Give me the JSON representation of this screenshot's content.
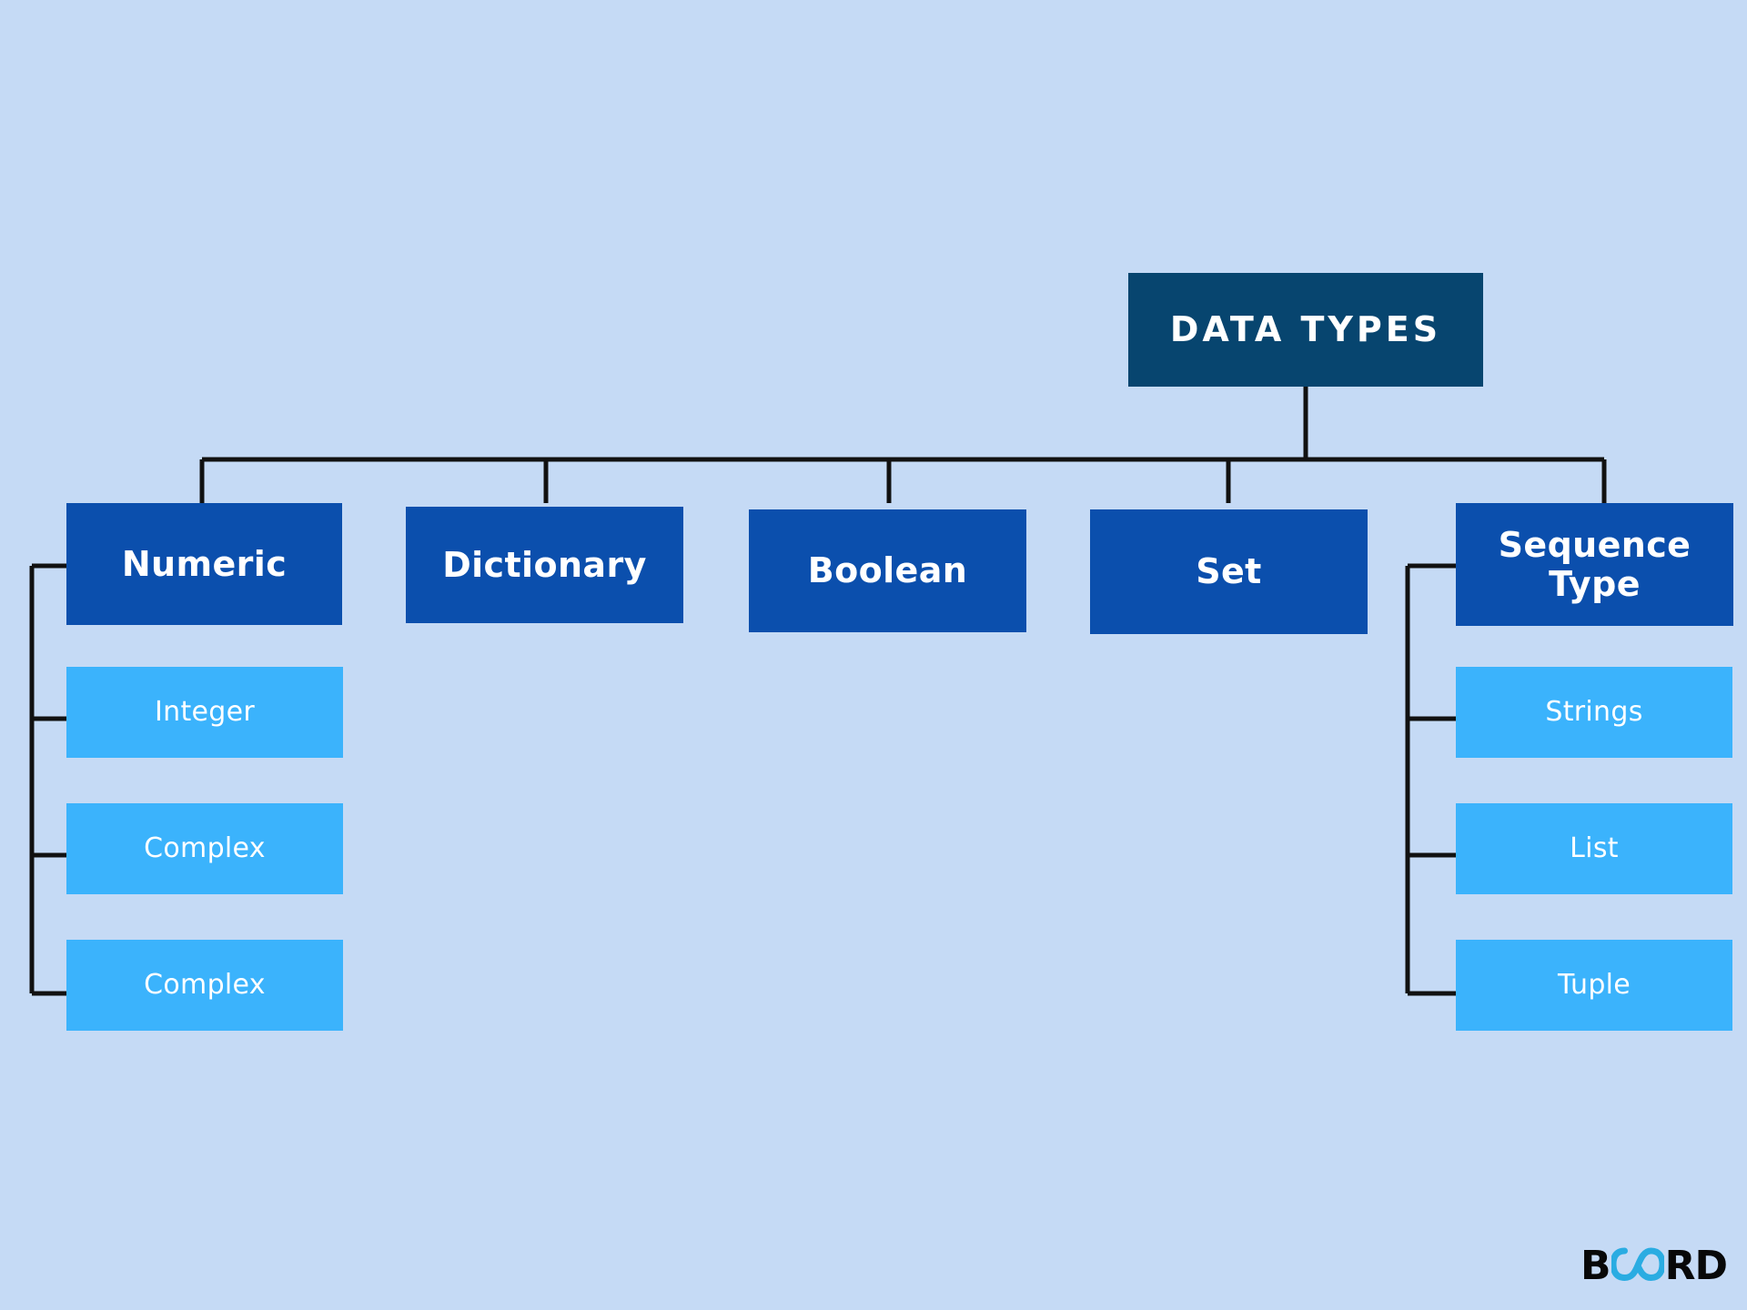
{
  "diagram": {
    "background_color": "#c5daf5",
    "line_color": "#111111",
    "root": {
      "label": "DATA TYPES",
      "color": "#07456f",
      "text_color": "#ffffff"
    },
    "branch_color": "#0b4fad",
    "leaf_color": "#3bb3fc",
    "branches": [
      {
        "label": "Numeric",
        "children": [
          {
            "label": "Integer"
          },
          {
            "label": "Complex"
          },
          {
            "label": "Complex"
          }
        ]
      },
      {
        "label": "Dictionary",
        "children": []
      },
      {
        "label": "Boolean",
        "children": []
      },
      {
        "label": "Set",
        "children": []
      },
      {
        "label": "Sequence\nType",
        "children": [
          {
            "label": "Strings"
          },
          {
            "label": "List"
          },
          {
            "label": "Tuple"
          }
        ]
      }
    ]
  },
  "logo": {
    "lead": "B",
    "infinity_icon": "infinity-icon",
    "trail": "RD",
    "infinity_color": "#2aace2",
    "text_color": "#080808"
  }
}
